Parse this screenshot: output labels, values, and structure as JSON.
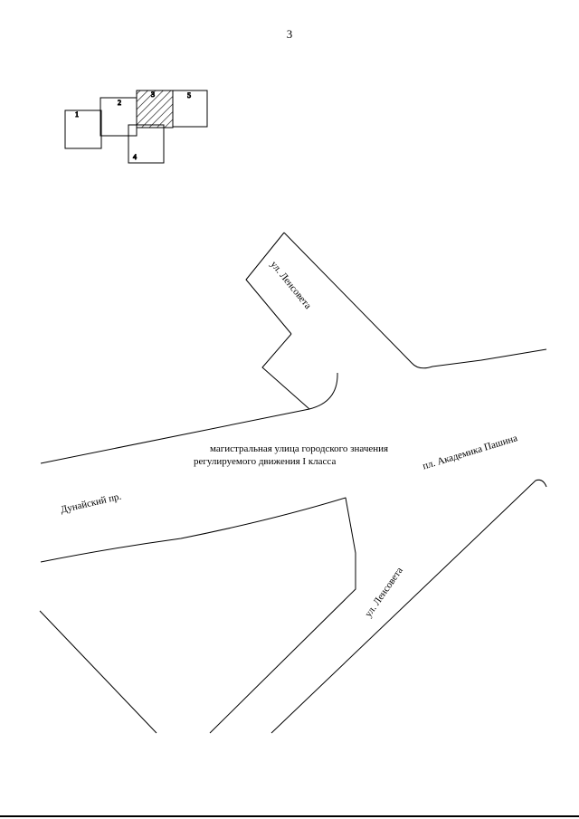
{
  "page_number": "3",
  "index_map": {
    "sheets": [
      "1",
      "2",
      "3",
      "4",
      "5"
    ],
    "highlighted_sheet": "3"
  },
  "labels": {
    "street_top": "ул. Ленсовета",
    "street_bottom": "ул. Ленсовета",
    "avenue": "Дунайский пр.",
    "square": "пл. Академика Пашина",
    "road_class_line1": "магистральная улица городского значения",
    "road_class_line2": "регулируемого движения I класса"
  }
}
